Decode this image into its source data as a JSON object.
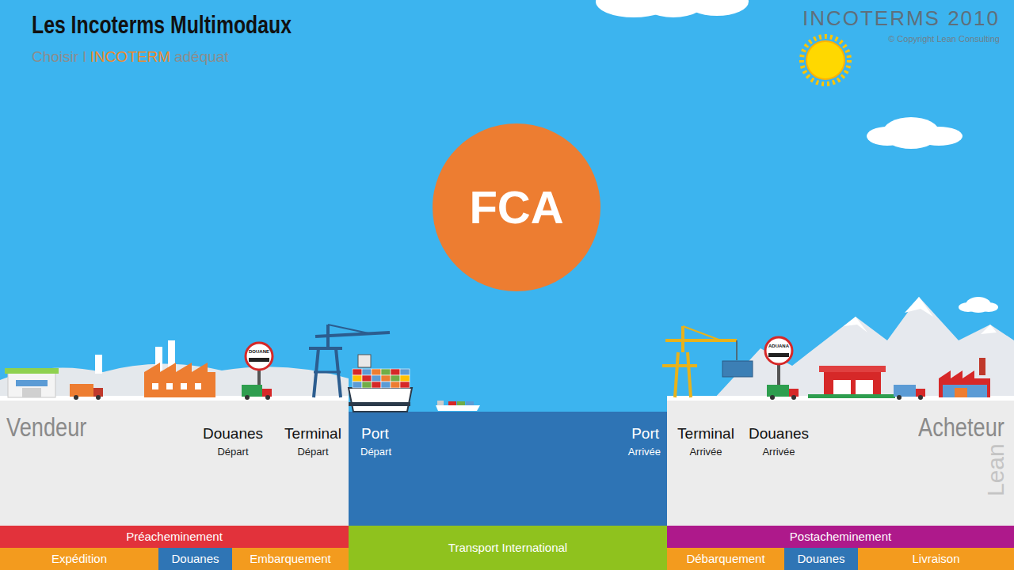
{
  "diagram": {
    "title": "Les Incoterms Multimodaux",
    "nodes": [
      {
        "text": [
          "FCA"
        ]
      },
      {
        "text": [
          "Préacheminement"
        ]
      },
      {
        "text": [
          "Transport International"
        ]
      },
      {
        "text": [
          "Postacheminement"
        ]
      },
      {
        "text": [
          "Expédition"
        ]
      },
      {
        "text": [
          "Douanes"
        ]
      },
      {
        "text": [
          "Embarquement"
        ]
      },
      {
        "text": [
          "Débarquement"
        ]
      },
      {
        "text": [
          "Douanes"
        ]
      },
      {
        "text": [
          "Livraison"
        ]
      }
    ],
    "labels": [
      "Choisir l",
      "INCOTERM",
      "adéquat",
      "INCOTERMS 2010",
      "© Copyright Lean Consulting",
      "Vendeur",
      "Douanes",
      "Départ",
      "Terminal",
      "Départ",
      "Port",
      "Départ",
      "Port",
      "Arrivée",
      "Terminal",
      "Arrivée",
      "Douanes",
      "Arrivée",
      "Acheteur",
      "DOUANE",
      "ADUANA",
      "Lean"
    ]
  }
}
